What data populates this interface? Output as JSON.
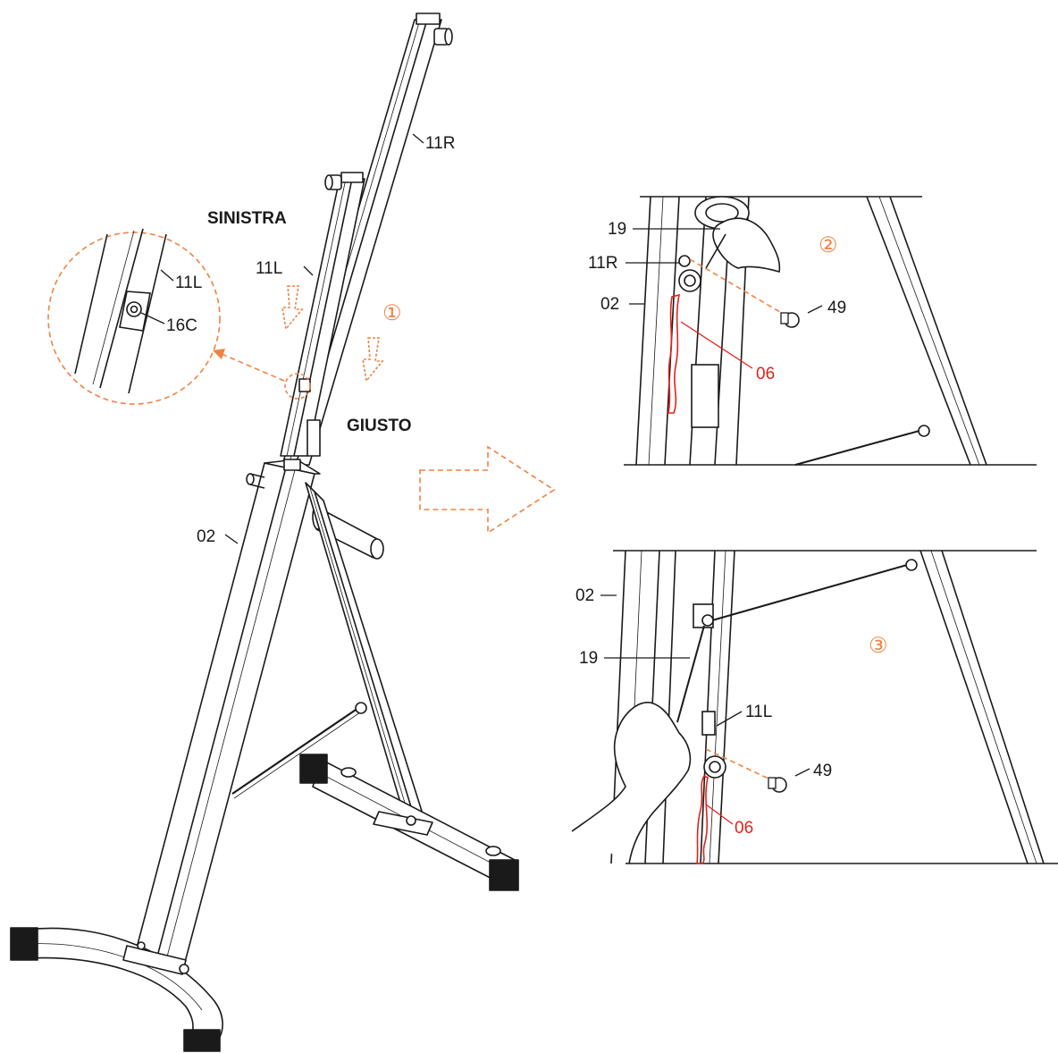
{
  "colors": {
    "line": "#1a1a1a",
    "accent_orange": "#f08244",
    "highlight_red": "#e0231c",
    "background": "#ffffff"
  },
  "main_diagram": {
    "side_left": "SINISTRA",
    "side_right": "GIUSTO",
    "step_badge": "①",
    "parts": {
      "rail_right": "11R",
      "rail_left": "11L",
      "frame": "02"
    },
    "detail_callout": {
      "part_rail": "11L",
      "part_button": "16C"
    }
  },
  "step2_panel": {
    "step_badge": "②",
    "parts": {
      "cable": "19",
      "rail": "11R",
      "frame": "02",
      "bolt": "49",
      "band": "06"
    }
  },
  "step3_panel": {
    "step_badge": "③",
    "parts": {
      "frame": "02",
      "cable": "19",
      "rail": "11L",
      "bolt": "49",
      "band": "06"
    }
  },
  "icons": [
    "arrow-down-icon",
    "arrow-right-outline-icon",
    "magnifier-callout-icon",
    "bolt-icon",
    "hand-icon"
  ]
}
